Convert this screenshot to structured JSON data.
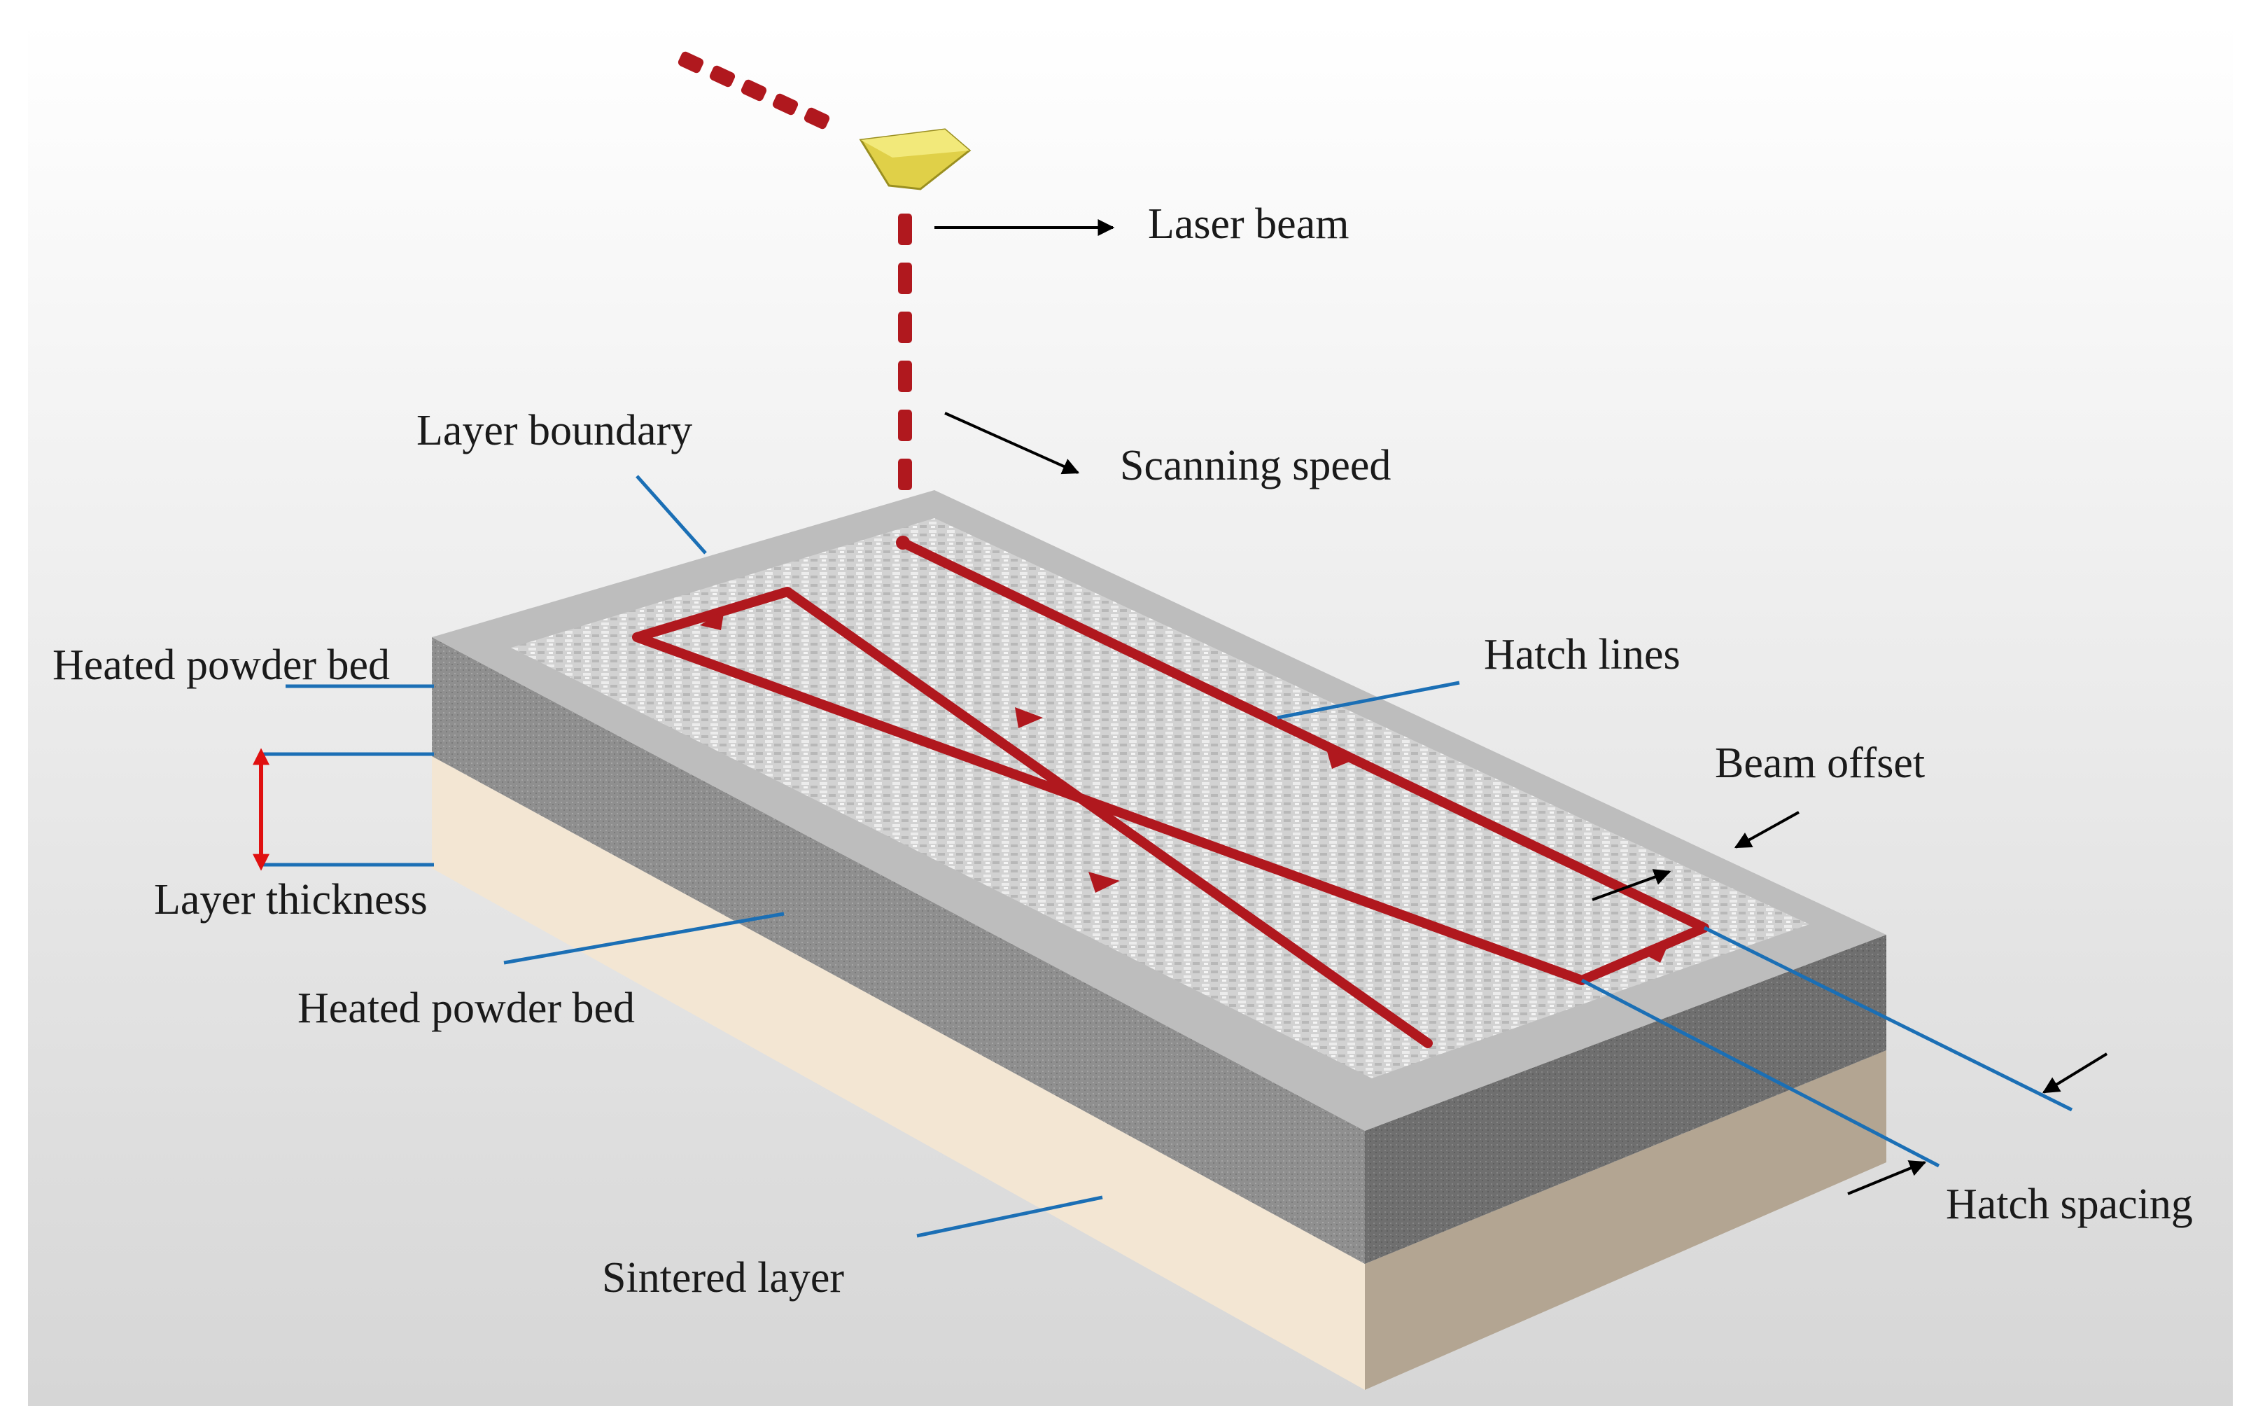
{
  "labels": {
    "laser_beam": "Laser beam",
    "scanning_speed": "Scanning speed",
    "layer_boundary": "Layer boundary",
    "heated_powder_bed_top": "Heated powder bed",
    "hatch_lines": "Hatch lines",
    "beam_offset": "Beam offset",
    "layer_thickness": "Layer thickness",
    "heated_powder_bed_side": "Heated powder bed",
    "sintered_layer": "Sintered layer",
    "hatch_spacing": "Hatch spacing"
  },
  "colors": {
    "scan_path": "#b0181e",
    "leader_line": "#1b6fb5",
    "pointer_arrow": "#000000",
    "thickness_arrow": "#e01010",
    "laser_head": "#e0d048",
    "powder_top": "#cfcfcf",
    "powder_side": "#8e8e8e",
    "sintered_side": "#f0e3d0"
  },
  "icons": {
    "laser_head": "laser-head-icon",
    "beam": "laser-beam-dashes"
  }
}
